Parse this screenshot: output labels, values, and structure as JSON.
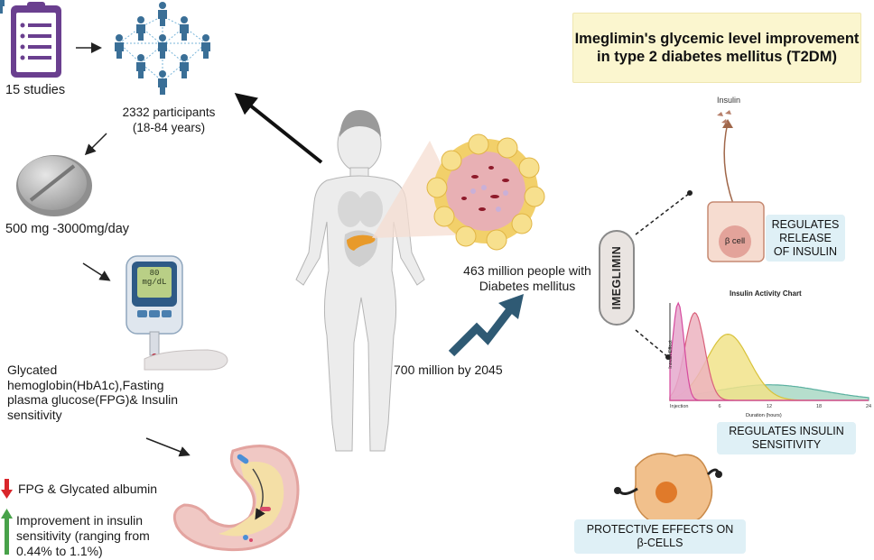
{
  "title": "Imeglimin's glycemic level improvement in type 2 diabetes mellitus (T2DM)",
  "left_panel": {
    "studies": "15  studies",
    "participants_line1": "2332 participants",
    "participants_line2": "(18-84 years)",
    "dose": "500 mg -3000mg/day",
    "meter_display_value": "80",
    "meter_display_unit": "mg/dL",
    "outcomes_lines": [
      "Glycated",
      "hemoglobin(HbA1c),Fasting",
      "plasma glucose(FPG)& Insulin",
      "sensitivity"
    ],
    "decrease_text": "FPG & Glycated albumin",
    "improvement_lines": [
      "Improvement in insulin",
      "sensitivity (ranging from",
      "0.44% to 1.1%)"
    ]
  },
  "center_panel": {
    "prevalence_line1": "463 million people with",
    "prevalence_line2": "Diabetes mellitus",
    "projection": "700 million by 2045"
  },
  "right_panel": {
    "pill_label": "IMEGLIMIN",
    "insulin_label": "Insulin",
    "beta_cell_label": "β cell",
    "regulates_release_lines": [
      "REGULATES",
      "RELEASE",
      "OF INSULIN"
    ],
    "chart_title": "Insulin Activity Chart",
    "chart_ylabel": "Insulin Effect",
    "chart_xlabel": "Duration (hours)",
    "regulates_sensitivity_lines": [
      "REGULATES INSULIN",
      "SENSITIVITY"
    ],
    "protective_lines": [
      "PROTECTIVE EFFECTS ON",
      "β-CELLS"
    ]
  },
  "chart_data": {
    "type": "area",
    "title": "Insulin Activity Chart",
    "xlabel": "Duration (hours)",
    "ylabel": "Insulin Effect",
    "x_ticks": [
      "Injection",
      "6",
      "12",
      "18",
      "24"
    ],
    "xlim": [
      0,
      24
    ],
    "ylim": [
      0,
      1
    ],
    "series": [
      {
        "color": "#d64a9e",
        "fill": "#e5a8cc",
        "peak_x": 1,
        "peak_y": 1.0,
        "spread": 0.7
      },
      {
        "color": "#d9607a",
        "fill": "#ecb3c0",
        "peak_x": 3,
        "peak_y": 0.9,
        "spread": 1.2
      },
      {
        "color": "#d8c23a",
        "fill": "#f1e38a",
        "peak_x": 7,
        "peak_y": 0.68,
        "spread": 2.6
      },
      {
        "color": "#5ab0a0",
        "fill": "#a9d8c4",
        "peak_x": 12,
        "peak_y": 0.16,
        "spread": 6.5
      }
    ]
  },
  "colors": {
    "accent_blue": "#4a7faf",
    "trend_arrow": "#2f5a74",
    "title_bg": "#fbf6cf",
    "label_bg": "#dff0f6",
    "down_arrow": "#d9262b",
    "up_arrow": "#48a24a"
  }
}
